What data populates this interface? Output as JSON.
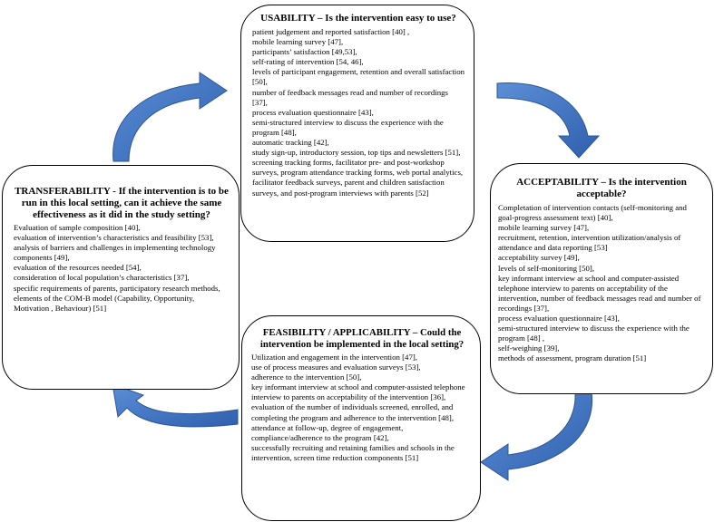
{
  "colors": {
    "arrow_fill": "#4472C4",
    "arrow_stroke": "#2F5597",
    "border": "#000000"
  },
  "usability": {
    "title": "USABILITY – Is the intervention easy to use?",
    "items": [
      "patient judgement and reported satisfaction [40] ,",
      "mobile learning survey [47],",
      "participants’ satisfaction [49,53],",
      "self-rating of intervention [54, 46],",
      "levels of participant engagement, retention and overall satisfaction [50],",
      "number of feedback messages read and number of recordings [37],",
      "process evaluation questionnaire [43],",
      "semi-structured interview to discuss the experience with the program [48],",
      "automatic tracking [42],",
      "study sign-up, introductory session, top tips and newsletters [51],",
      "screening tracking forms, facilitator pre- and post-workshop surveys, program attendance tracking forms, web portal analytics, facilitator feedback surveys, parent and children satisfaction surveys, and post-program interviews with parents [52]"
    ]
  },
  "acceptability": {
    "title": "ACCEPTABILITY – Is the intervention acceptable?",
    "items": [
      "Completation of intervention contacts (self-monitoring and goal-progress assessment text) [40],",
      "mobile learning survey [47],",
      "recruitment, retention, intervention utilization/analysis of attendance and data reporting [53]",
      " acceptability survey [49],",
      "levels of self-monitoring [50],",
      "key informant interview at school and computer-assisted telephone interview to parents on acceptability of the intervention, number of feedback messages read and number of recordings [37],",
      "process evaluation questionnaire [43],",
      "semi-structured interview to discuss the experience with the program [48] ,",
      "self-weighing [39],",
      "methods of assessment, program duration [51]"
    ]
  },
  "transferability": {
    "title": "TRANSFERABILITY - If the intervention is to be run in this local setting, can it achieve the same effectiveness as it did in the study setting?",
    "items": [
      "Evaluation of sample composition [40],",
      "evaluation of intervention’s characteristics and feasibility [53],",
      "analysis of barriers and challenges in implementing technology components [49],",
      "evaluation of the resources needed [54],",
      "consideration of local population’s characteristics [37],",
      "specific requirements of parents, participatory research methods, elements of the COM-B model (Capability, Opportunity, Motivation , Behaviour) [51]"
    ]
  },
  "feasibility": {
    "title": "FEASIBILITY / APPLICABILITY – Could the intervention be implemented in the local setting?",
    "items": [
      "Utilization and engagement in the intervention [47],",
      "use of process measures and evaluation surveys [53],",
      "adherence to the intervention [50],",
      "key informant interview at school and computer-assisted telephone interview to parents on acceptability of the intervention [36],",
      "evaluation of the number of individuals screened, enrolled, and completing the program and adherence to the intervention [48],",
      "attendance at follow-up, degree of engagement, compliance/adherence to the program [42],",
      "successfully recruiting and retaining families and schools in the intervention, screen time reduction components [51]"
    ]
  }
}
